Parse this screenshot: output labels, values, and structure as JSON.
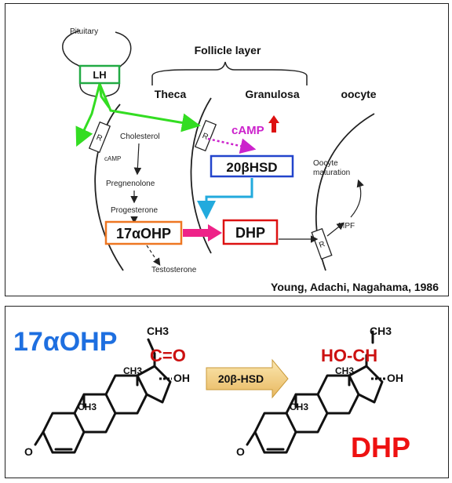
{
  "top_panel": {
    "pituitary": "Pituitary",
    "lh": "LH",
    "follicle_layer": "Follicle layer",
    "theca": "Theca",
    "granulosa": "Granulosa",
    "oocyte": "oocyte",
    "receptor": "R",
    "camp_small": "cAMP",
    "camp_up": "cAMP",
    "cholesterol": "Cholesterol",
    "pregnenolone": "Pregnenolone",
    "progesterone": "Progesterone",
    "ohp17": "17αOHP",
    "testosterone": "Testosterone",
    "hsd20b": "20βHSD",
    "dhp": "DHP",
    "oocyte_maturation_1": "Oocyte",
    "oocyte_maturation_2": "maturation",
    "mpf": "MPF",
    "citation": "Young, Adachi, Nagahama, 1986"
  },
  "bottom_panel": {
    "ohp17_title": "17αOHP",
    "ch3_top": "CH3",
    "ketone": "C=O",
    "ch3_mid": "CH3",
    "oh": "OH",
    "ch3_ring": "CH3",
    "ketone_o": "O",
    "enzyme": "20β-HSD",
    "ch3_top_right": "CH3",
    "hydroxyl": "HO-CH",
    "ch3_mid_right": "CH3",
    "oh_right": "OH",
    "ch3_ring_right": "CH3",
    "ketone_o_right": "O",
    "dhp_title": "DHP"
  },
  "colors": {
    "lh_box": "#22aa44",
    "green_arrow": "#33dd22",
    "camp_purple": "#cc22cc",
    "hsd_box": "#2244cc",
    "cyan_arrow": "#22aadd",
    "ohp_box": "#ee7722",
    "pink_arrow": "#ee2288",
    "dhp_box": "#dd1111",
    "blue_title": "#1e6fe0",
    "red_text": "#cc1111",
    "enzyme_fill": "#f3d58a"
  }
}
